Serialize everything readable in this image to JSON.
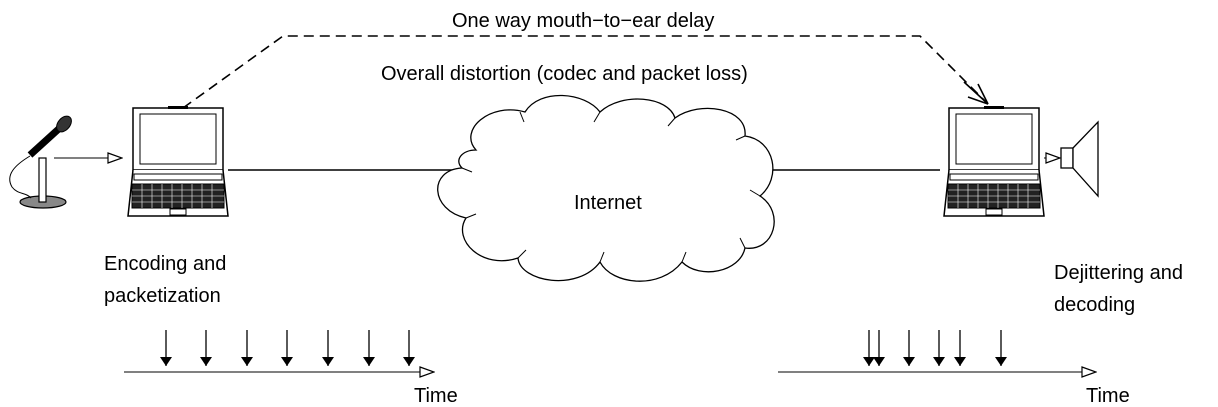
{
  "labels": {
    "delay": "One way mouth−to−ear delay",
    "distortion": "Overall distortion (codec and packet loss)",
    "internet": "Internet",
    "sender_line1": "Encoding and",
    "sender_line2": "packetization",
    "receiver_line1": "Dejittering and",
    "receiver_line2": "decoding",
    "time_left": "Time",
    "time_right": "Time"
  },
  "timelines": {
    "sender_packets": 7,
    "receiver_packet_groups": "irregular (jittered) arrivals, 6 arrows"
  }
}
